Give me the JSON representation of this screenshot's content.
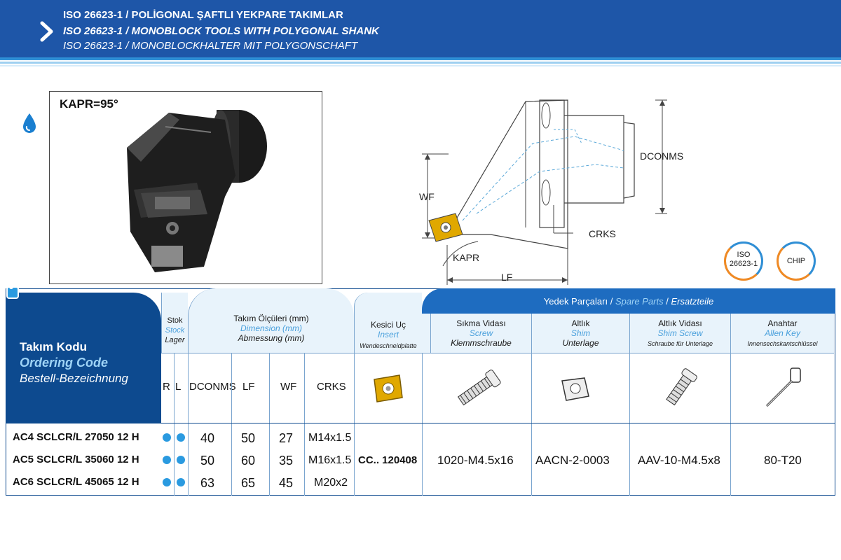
{
  "header": {
    "line1": "ISO 26623-1 / POLİGONAL ŞAFTLI YEKPARE TAKIMLAR",
    "line2": "ISO 26623-1 / MONOBLOCK TOOLS WITH POLYGONAL SHANK",
    "line3": "ISO 26623-1 / MONOBLOCKHALTER MIT POLYGONSCHAFT"
  },
  "photo": {
    "kapr": "KAPR=95°"
  },
  "diagram": {
    "dconms": "DCONMS",
    "wf": "WF",
    "crks": "CRKS",
    "kapr": "KAPR",
    "lf": "LF"
  },
  "badges": {
    "iso_top": "ISO",
    "iso_bottom": "26623-1",
    "chip": "CHIP"
  },
  "table": {
    "ordering": {
      "tr": "Takım Kodu",
      "en": "Ordering Code",
      "de": "Bestell-Bezeichnung"
    },
    "stock": {
      "tr": "Stok",
      "en": "Stock",
      "de": "Lager",
      "r": "R",
      "l": "L"
    },
    "dims": {
      "tr": "Takım Ölçüleri (mm)",
      "en": "Dimension (mm)",
      "de": "Abmessung (mm)",
      "cols": [
        "DCONMS",
        "LF",
        "WF",
        "CRKS"
      ]
    },
    "insert": {
      "tr": "Kesici Uç",
      "en": "Insert",
      "de": "Wendeschneidplatte",
      "value": "CC.. 120408"
    },
    "spare": {
      "tr": "Yedek Parçaları",
      "en": "Spare Parts",
      "de": "Ersatzteile",
      "sep": "/"
    },
    "screw": {
      "tr": "Sıkma Vidası",
      "en": "Screw",
      "de": "Klemmschraube",
      "value": "1020-M4.5x16"
    },
    "shim": {
      "tr": "Altlık",
      "en": "Shim",
      "de": "Unterlage",
      "value": "AACN-2-0003"
    },
    "shim_screw": {
      "tr": "Altlık Vidası",
      "en": "Shim Screw",
      "de": "Schraube für Unterlage",
      "value": "AAV-10-M4.5x8"
    },
    "key": {
      "tr": "Anahtar",
      "en": "Allen Key",
      "de": "Innensechskantschlüssel",
      "value": "80-T20"
    },
    "rows": [
      {
        "code": "AC4 SCLCR/L 27050 12 H",
        "dconms": "40",
        "lf": "50",
        "wf": "27",
        "crks": "M14x1.5"
      },
      {
        "code": "AC5 SCLCR/L 35060 12 H",
        "dconms": "50",
        "lf": "60",
        "wf": "35",
        "crks": "M16x1.5"
      },
      {
        "code": "AC6 SCLCR/L 45065 12 H",
        "dconms": "63",
        "lf": "65",
        "wf": "45",
        "crks": "M20x2"
      }
    ]
  },
  "colors": {
    "primary": "#1e56a8",
    "dark": "#0d4a8f",
    "accent": "#2a9ae0",
    "light": "#e8f3fb",
    "insert": "#e0a800"
  },
  "icons": {
    "chevron": "chevron-right-icon",
    "coolant": "coolant-drop-icon",
    "tag": "tag-icon"
  }
}
